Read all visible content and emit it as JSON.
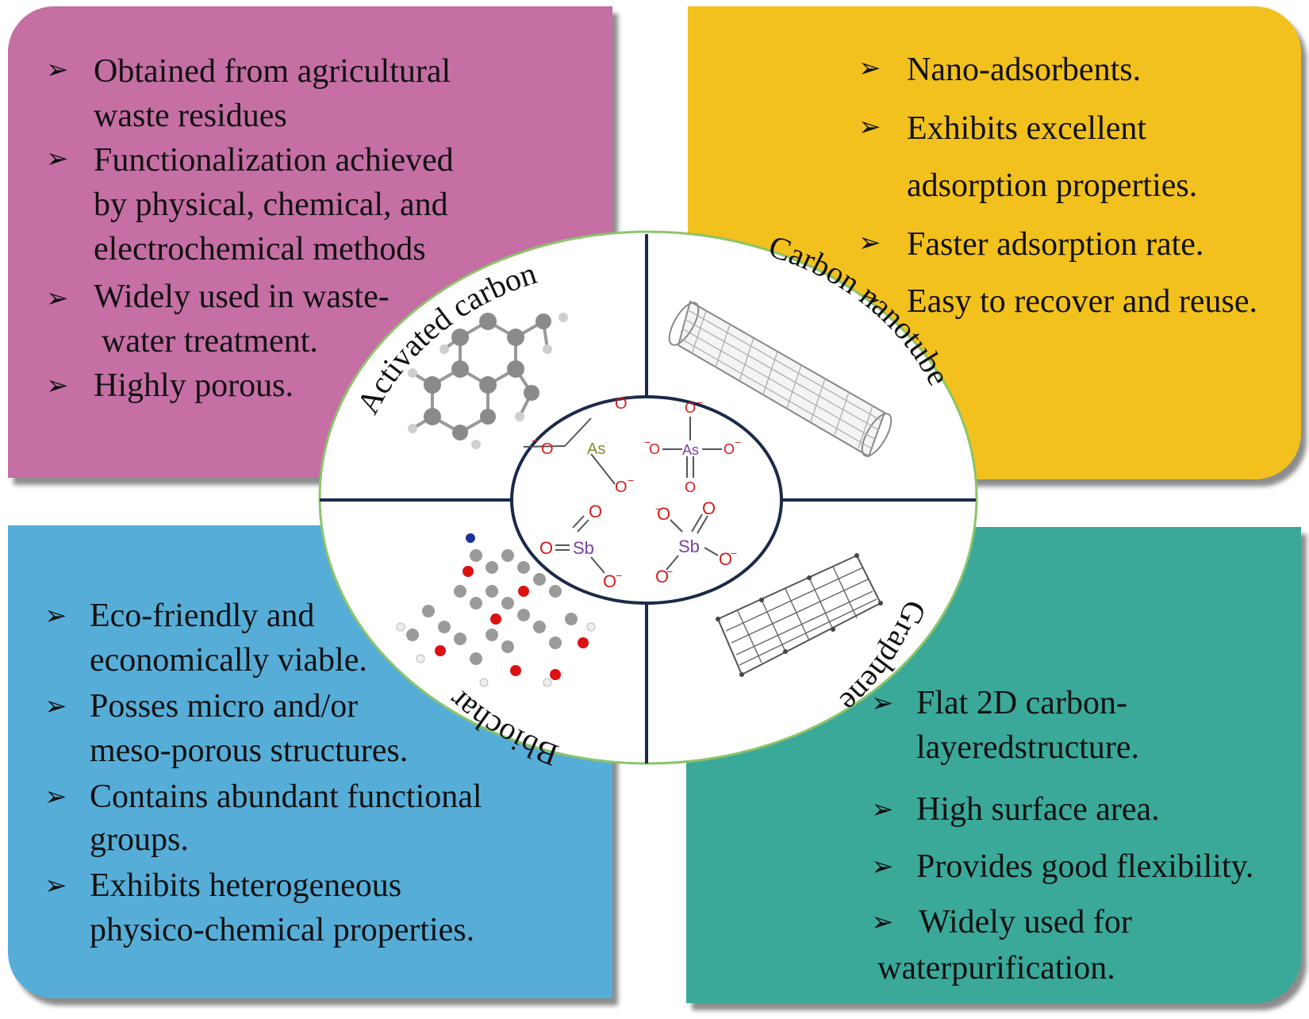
{
  "top_left": {
    "bullets": [
      [
        "Obtained  from  agricultural",
        "waste residues"
      ],
      [
        "Functionalization  achieved",
        "by  physical,  chemical,  and",
        "electrochemical methods"
      ],
      [
        "Widely used in waste-",
        "water treatment."
      ],
      [
        "Highly porous."
      ]
    ]
  },
  "top_right": {
    "bullets": [
      [
        "Nano-adsorbents."
      ],
      [
        "Exhibits excellent",
        "adsorption properties."
      ],
      [
        "Faster adsorption rate."
      ],
      [
        "Easy to recover and reuse."
      ]
    ]
  },
  "bottom_left": {
    "bullets": [
      [
        "Eco-friendly and",
        "economically viable."
      ],
      [
        "Posses micro and/or",
        "meso-porous structures."
      ],
      [
        "Contains   abundant   functional",
        "groups."
      ],
      [
        "Exhibits heterogeneous",
        "physico-chemical properties."
      ]
    ]
  },
  "bottom_right": {
    "bullets": [
      [
        "Flat 2D carbon-",
        "layeredstructure."
      ],
      [
        "High surface area."
      ],
      [
        "Provides good flexibility."
      ],
      [
        "Widely used for",
        "waterpurification."
      ]
    ]
  },
  "circle_labels": {
    "activated_carbon": "Activated carbon",
    "carbon_nanotube": "Carbon nanotube",
    "graphene": "Graphene",
    "biochar": "Bbiochar"
  },
  "molecules": {
    "arsenite": {
      "center": "As",
      "o1": "O",
      "o2": "O",
      "o3": "O",
      "charge": "−"
    },
    "arsenate": {
      "center": "As",
      "o_top": "O",
      "o_left": "O",
      "o_right": "O",
      "o_bottom": "O",
      "charge": "−"
    },
    "antimonite": {
      "center": "Sb",
      "o_top": "O",
      "o_left": "O",
      "o_bottom": "O",
      "charge": "−"
    },
    "antimonate": {
      "center": "Sb",
      "o_top_left": "O",
      "o_top_right": "O",
      "o_right": "O",
      "o_bottom_left": "O",
      "charge": "−"
    }
  },
  "colors": {
    "top_left": "#c56fa4",
    "top_right": "#f2c11d",
    "bottom_left": "#56aed8",
    "bottom_right": "#3aa99a",
    "oxygen": "#d81b1b",
    "arsenic": "#8a8a2a",
    "antimony": "#7a3fa0"
  }
}
